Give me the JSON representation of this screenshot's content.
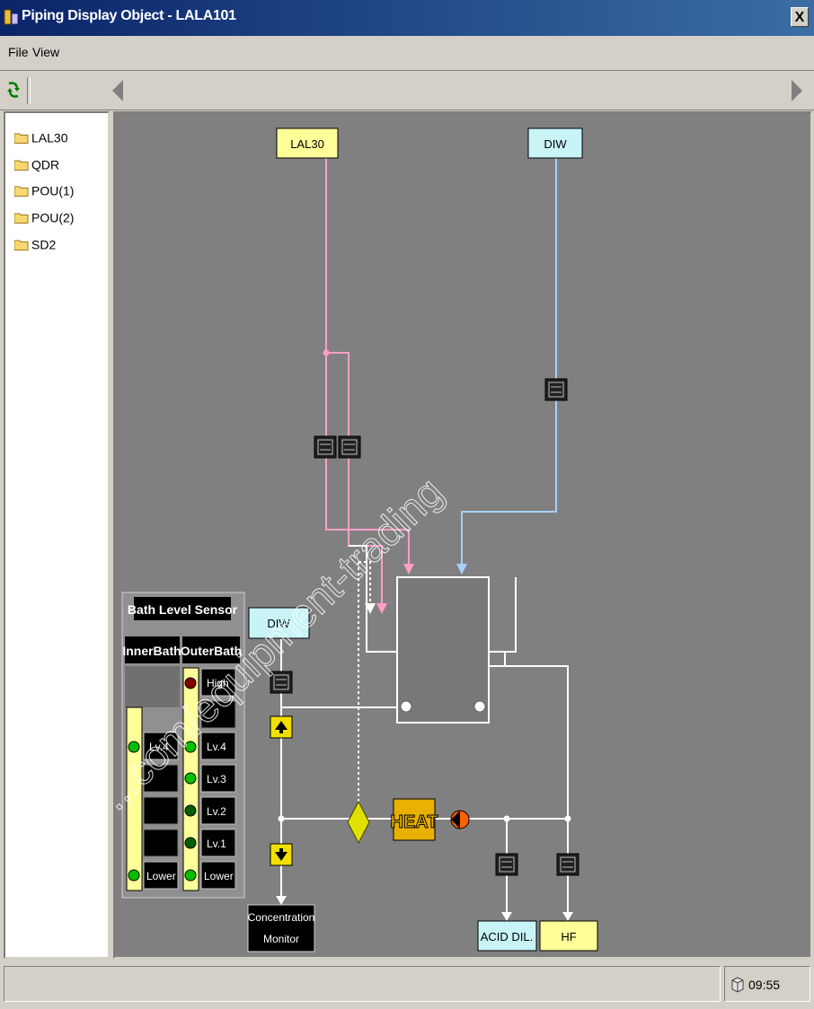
{
  "window": {
    "title": "Piping Display Object - LALA101",
    "close_label": "X"
  },
  "menu": {
    "file": "File",
    "view": "View"
  },
  "tree": {
    "items": [
      "LAL30",
      "QDR",
      "POU(1)",
      "POU(2)",
      "SD2"
    ]
  },
  "diagram": {
    "sources": {
      "lal30": "LAL30",
      "diw_top": "DIW",
      "diw_left": "DIW"
    },
    "heat_label": "HEAT",
    "destinations": {
      "acid_dil": "ACID DIL.",
      "hf": "HF"
    },
    "concentration_monitor": [
      "Concentration",
      "Monitor"
    ],
    "watermark": "...com/equipment-trading",
    "colors": {
      "lal30_pipe": "#ff9ec8",
      "diw_pipe": "#a8d0f8",
      "source_box": "#ffff99",
      "diw_box": "#c8f4f8",
      "led_green": "#00c000",
      "led_red": "#800000"
    }
  },
  "bath_sensor": {
    "title": "Bath Level Sensor",
    "inner": "InnerBath",
    "outer": "OuterBath",
    "inner_levels": [
      "Lv.4",
      "Lower"
    ],
    "outer_levels": [
      "High",
      "Lv.4",
      "Lv.3",
      "Lv.2",
      "Lv.1",
      "Lower"
    ]
  },
  "status": {
    "time": "09:55"
  }
}
